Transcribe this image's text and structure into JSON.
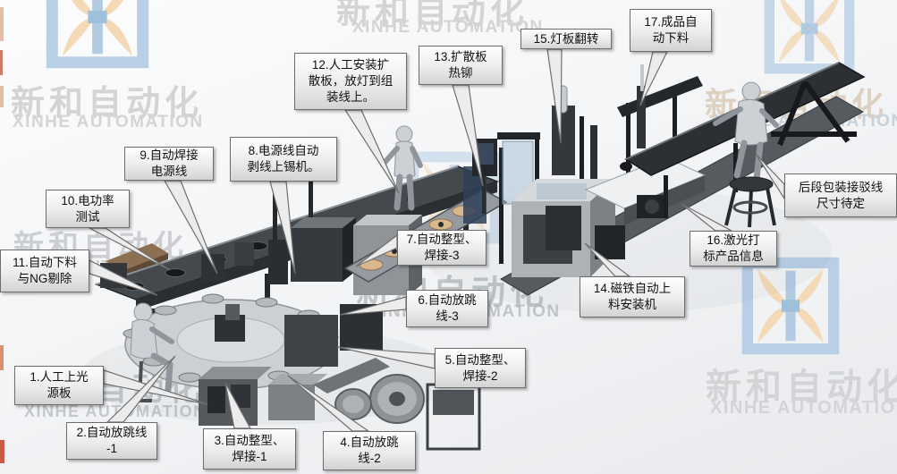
{
  "brand": {
    "cn": "新和自动化",
    "en": "XINHE AUTOMATION"
  },
  "colors": {
    "logo_blue": "#b7cee5",
    "logo_orange": "#f4d9b6",
    "callout_fill": "#ececec",
    "callout_border": "#6d6d6d",
    "machine_dark": "#2c3034",
    "pallet_tan": "#d9b88e"
  },
  "callouts": [
    {
      "id": "1",
      "text": "1.人工上光\n源板"
    },
    {
      "id": "2",
      "text": "2.自动放跳线\n-1"
    },
    {
      "id": "3",
      "text": "3.自动整型、\n焊接-1"
    },
    {
      "id": "4",
      "text": "4.自动放跳\n线-2"
    },
    {
      "id": "5",
      "text": "5.自动整型、\n焊接-2"
    },
    {
      "id": "6",
      "text": "6.自动放跳\n线-3"
    },
    {
      "id": "7",
      "text": "7.自动整型、\n焊接-3"
    },
    {
      "id": "8",
      "text": "8.电源线自动\n剥线上锡机。"
    },
    {
      "id": "9",
      "text": "9.自动焊接\n电源线"
    },
    {
      "id": "10",
      "text": "10.电功率\n测试"
    },
    {
      "id": "11",
      "text": "11.自动下料\n与NG剔除"
    },
    {
      "id": "12",
      "text": "12.人工安装扩\n散板，放灯到组\n装线上。"
    },
    {
      "id": "13",
      "text": "13.扩散板\n热铆"
    },
    {
      "id": "14",
      "text": "14.磁铁自动上\n料安装机"
    },
    {
      "id": "15",
      "text": "15.灯板翻转"
    },
    {
      "id": "16",
      "text": "16.激光打\n标产品信息"
    },
    {
      "id": "17",
      "text": "17.成品自\n动下料"
    },
    {
      "id": "18",
      "text": "后段包装接驳线\n尺寸待定"
    }
  ]
}
